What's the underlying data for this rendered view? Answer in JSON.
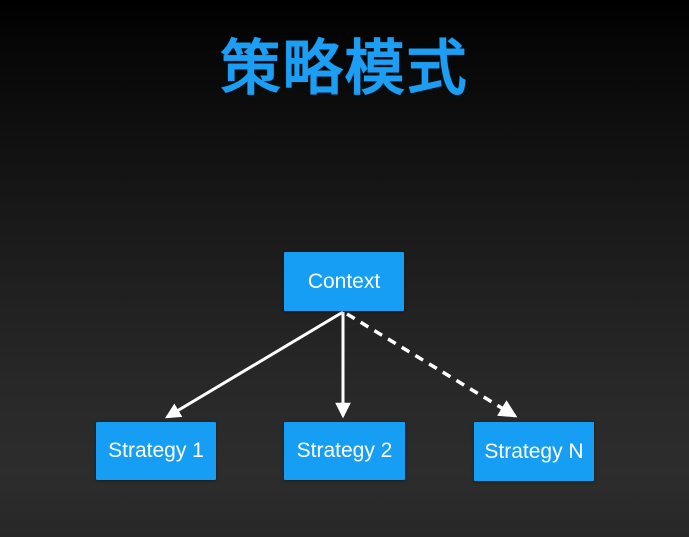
{
  "title": "策略模式",
  "colors": {
    "accent_blue": "#1b9ef3",
    "box_blue": "#169ef4",
    "arrow_white": "#ffffff",
    "background_top": "#000000",
    "background_bottom": "#2d2d2d"
  },
  "diagram": {
    "nodes": [
      {
        "id": "context",
        "label": "Context"
      },
      {
        "id": "strategy-1",
        "label": "Strategy 1"
      },
      {
        "id": "strategy-2",
        "label": "Strategy 2"
      },
      {
        "id": "strategy-n",
        "label": "Strategy N"
      }
    ],
    "edges": [
      {
        "from": "context",
        "to": "strategy-1",
        "style": "solid"
      },
      {
        "from": "context",
        "to": "strategy-2",
        "style": "solid"
      },
      {
        "from": "context",
        "to": "strategy-n",
        "style": "dashed"
      }
    ]
  }
}
